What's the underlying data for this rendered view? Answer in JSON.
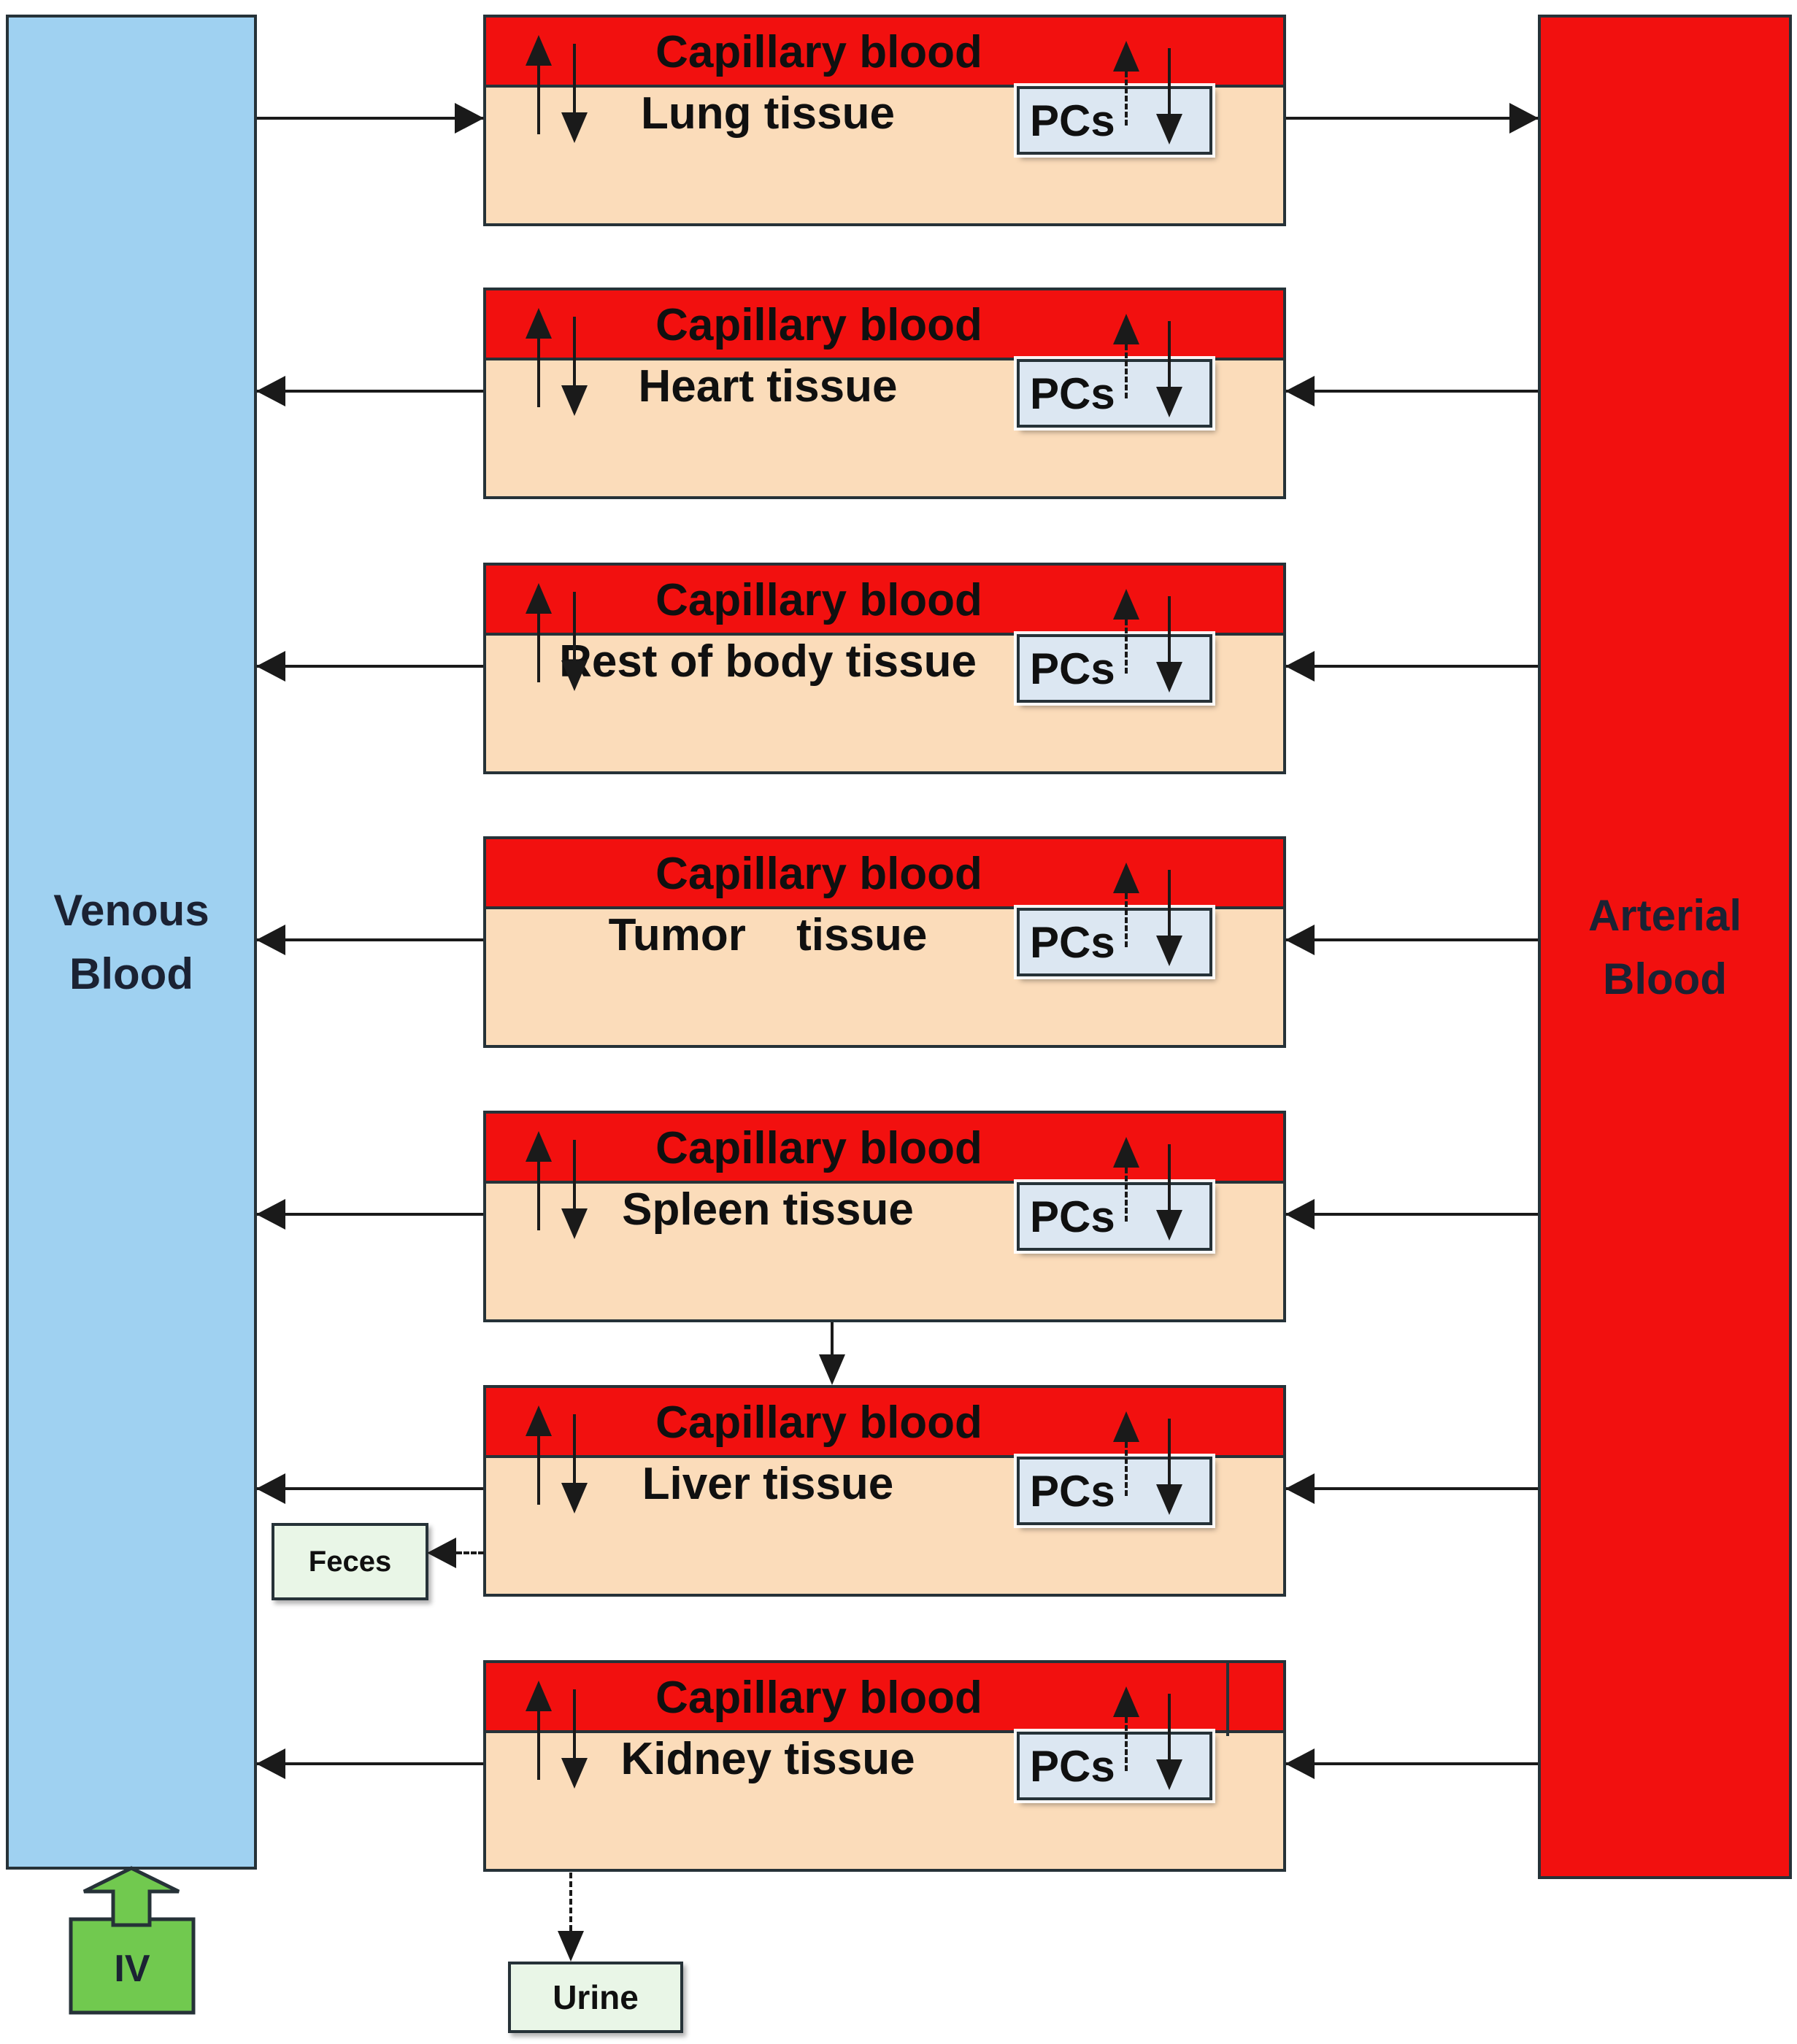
{
  "venous": {
    "label": "Venous\nBlood"
  },
  "arterial": {
    "label": "Arterial\nBlood"
  },
  "compartments": [
    {
      "id": "lung",
      "capillary_label": "Capillary blood",
      "tissue_label": "Lung tissue",
      "pcs_label": "PCs"
    },
    {
      "id": "heart",
      "capillary_label": "Capillary blood",
      "tissue_label": "Heart tissue",
      "pcs_label": "PCs"
    },
    {
      "id": "rest-of-body",
      "capillary_label": "Capillary blood",
      "tissue_label": "Rest of body tissue",
      "pcs_label": "PCs"
    },
    {
      "id": "tumor",
      "capillary_label": "Capillary blood",
      "tissue_label": "Tumor tissue",
      "pcs_label": "PCs"
    },
    {
      "id": "spleen",
      "capillary_label": "Capillary blood",
      "tissue_label": "Spleen tissue",
      "pcs_label": "PCs"
    },
    {
      "id": "liver",
      "capillary_label": "Capillary blood",
      "tissue_label": "Liver tissue",
      "pcs_label": "PCs"
    },
    {
      "id": "kidney",
      "capillary_label": "Capillary blood",
      "tissue_label": "Kidney tissue",
      "pcs_label": "PCs"
    }
  ],
  "outputs": {
    "feces_label": "Feces",
    "urine_label": "Urine"
  },
  "iv": {
    "label": "IV"
  },
  "colors": {
    "arterial_red": "#f2100f",
    "capillary_red": "#f2100f",
    "venous_blue": "#9fd1f1",
    "tissue_peach": "#fbdcba",
    "pcs_fill": "#dce7f2",
    "excretion_green": "#e9f6e7",
    "iv_green": "#71c94f",
    "line_black": "#1a1a1a",
    "border_dark": "#263238"
  }
}
